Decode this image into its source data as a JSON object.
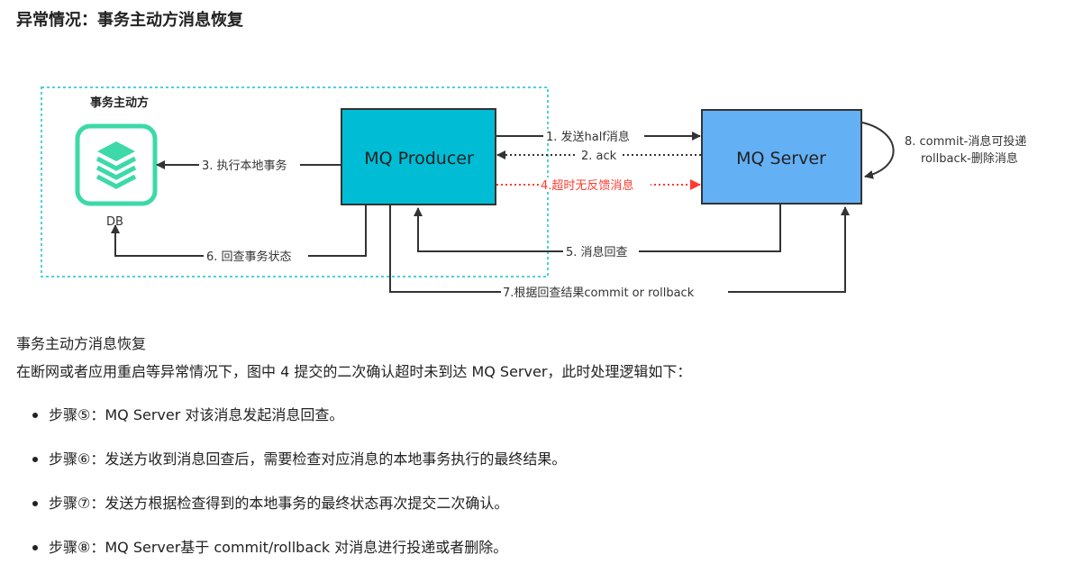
{
  "heading": "异常情况：事务主动方消息恢复",
  "diagram": {
    "group_label": "事务主动方",
    "db_label": "DB",
    "producer_label": "MQ Producer",
    "server_label": "MQ Server",
    "step1": "1. 发送half消息",
    "step2": "2. ack",
    "step3": "3. 执行本地事务",
    "step4": "4.超时无反馈消息",
    "step5": "5. 消息回查",
    "step6": "6. 回查事务状态",
    "step7": "7.根据回查结果commit or rollback",
    "step8_line1": "8. commit-消息可投递",
    "step8_line2": "rollback-删除消息",
    "colors": {
      "producer": "#00bcd4",
      "server": "#64b0f5",
      "timeout": "#ff3b30",
      "group_border": "#4dd0e1",
      "db_icon": "#3dd9a8"
    }
  },
  "section_title": "事务主动方消息恢复",
  "intro": "在断网或者应用重启等异常情况下，图中 4 提交的二次确认超时未到达 MQ Server，此时处理逻辑如下：",
  "bullets": [
    "步骤⑤：MQ Server 对该消息发起消息回查。",
    "步骤⑥：发送方收到消息回查后，需要检查对应消息的本地事务执行的最终结果。",
    "步骤⑦：发送方根据检查得到的本地事务的最终状态再次提交二次确认。",
    "步骤⑧：MQ Server基于 commit/rollback 对消息进行投递或者删除。"
  ]
}
